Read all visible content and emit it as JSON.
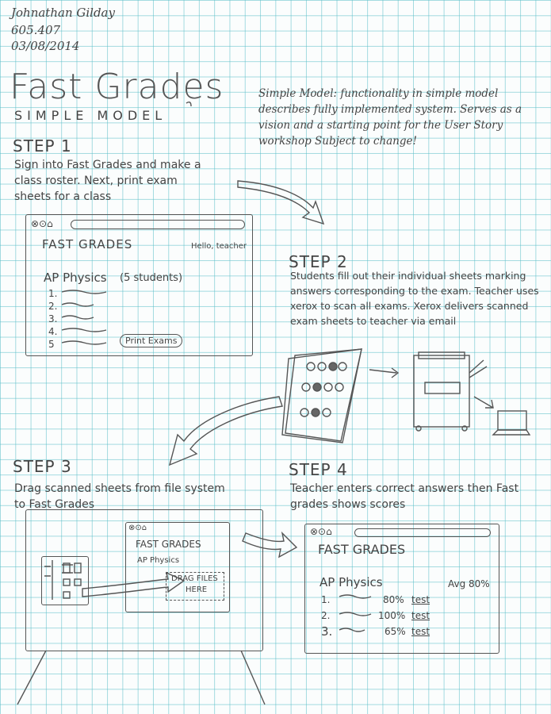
{
  "header": {
    "name": "Johnathan Gilday",
    "course": "605.407",
    "date": "03/08/2014"
  },
  "title": "Fast Grades",
  "subtitle": "SIMPLE MODEL",
  "note": "Simple Model: functionality in simple model describes fully implemented system. Serves as a vision and a starting point for the User Story workshop Subject to change!",
  "step1": {
    "heading": "STEP 1",
    "text": "Sign into Fast Grades and make a class roster. Next, print exam sheets for a class",
    "app_title": "FAST GRADES",
    "greeting": "Hello, teacher",
    "class_name": "AP Physics",
    "student_count": "(5 students)",
    "rows": [
      "1.",
      "2.",
      "3.",
      "4.",
      "5"
    ],
    "print_button": "Print Exams"
  },
  "step2": {
    "heading": "STEP 2",
    "text": "Students fill out their individual sheets marking answers corresponding to the exam. Teacher uses xerox to scan all exams. Xerox delivers scanned exam sheets to teacher via email"
  },
  "step3": {
    "heading": "STEP 3",
    "text": "Drag scanned sheets from file system to Fast Grades",
    "app_title": "FAST GRADES",
    "class_name": "AP Physics",
    "drop_label_1": "DRAG FILES",
    "drop_label_2": "HERE"
  },
  "step4": {
    "heading": "STEP 4",
    "text": "Teacher enters correct answers then Fast grades shows scores",
    "app_title": "FAST GRADES",
    "class_name": "AP Physics",
    "average": "Avg 80%",
    "rows": [
      {
        "num": "1.",
        "score": "80%",
        "link": "test"
      },
      {
        "num": "2.",
        "score": "100%",
        "link": "test"
      },
      {
        "num": "3.",
        "score": "65%",
        "link": "test"
      }
    ]
  }
}
